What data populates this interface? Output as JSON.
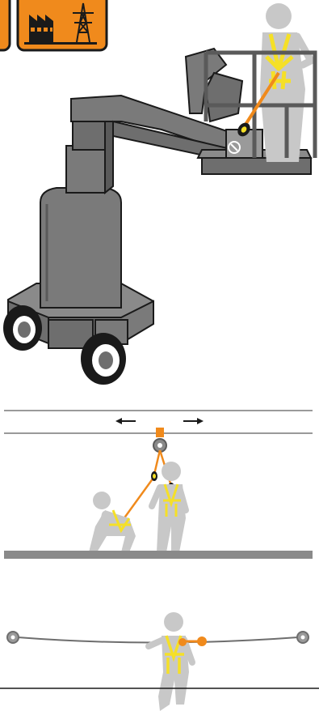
{
  "colors": {
    "accent_orange": "#F08A1C",
    "harness_yellow": "#F5E027",
    "machine_gray": "#6E6E6E",
    "machine_dark": "#3A3A3A",
    "figure_gray": "#C8C8C8",
    "line_gray": "#9A9A9A",
    "ground_gray": "#8A8A8A",
    "outline": "#1A1A1A"
  },
  "icons": {
    "badge_left": "generic-badge-icon",
    "badge_right": "factory-power-pylon-icon"
  },
  "illustrations": [
    {
      "name": "mobile-elevating-work-platform-fall-restraint"
    },
    {
      "name": "overhead-rail-traveling-anchor-fall-arrest"
    },
    {
      "name": "horizontal-lifeline-fall-arrest"
    }
  ]
}
